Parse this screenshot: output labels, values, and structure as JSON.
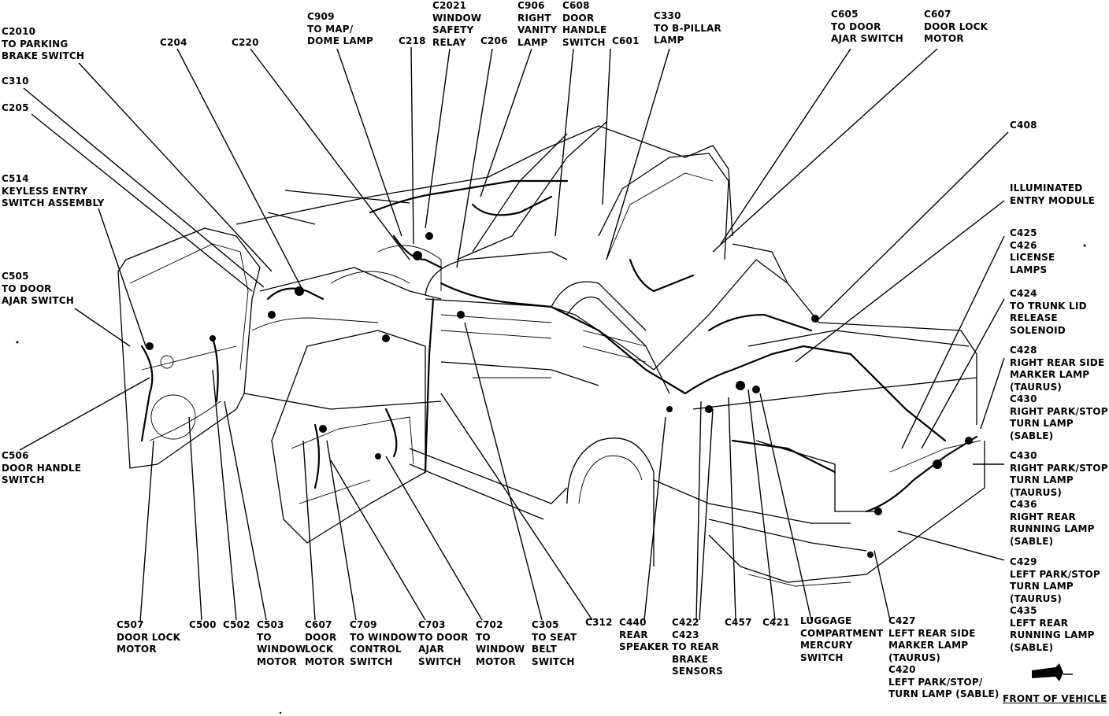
{
  "labels": {
    "c2010": "C2010\nTO PARKING\nBRAKE SWITCH",
    "c310": "C310",
    "c205": "C205",
    "c514": "C514\nKEYLESS ENTRY\nSWITCH ASSEMBLY",
    "c505": "C505\nTO DOOR\nAJAR SWITCH",
    "c506": "C506\nDOOR HANDLE\nSWITCH",
    "c204": "C204",
    "c220": "C220",
    "c909": "C909\nTO MAP/\nDOME LAMP",
    "c218": "C218",
    "c2021": "C2021\nWINDOW\nSAFETY\nRELAY",
    "c206": "C206",
    "c906": "C906\nRIGHT\nVANITY\nLAMP",
    "c608": "C608\nDOOR\nHANDLE\nSWITCH",
    "c601": "C601",
    "c330": "C330\nTO B-PILLAR\nLAMP",
    "c605": "C605\nTO DOOR\nAJAR SWITCH",
    "c607_top": "C607\nDOOR LOCK\nMOTOR",
    "c408": "C408",
    "illuminated": "ILLUMINATED\nENTRY MODULE",
    "c425": "C425\nC426\nLICENSE\nLAMPS",
    "c424": "C424\nTO TRUNK LID\nRELEASE\nSOLENOID",
    "c428": "C428\nRIGHT REAR SIDE\nMARKER LAMP\n(TAURUS)\nC430\nRIGHT PARK/STOP\nTURN LAMP\n(SABLE)",
    "c430": "C430\nRIGHT PARK/STOP\nTURN LAMP\n(TAURUS)\nC436\nRIGHT REAR\nRUNNING LAMP\n(SABLE)",
    "c429": "C429\nLEFT PARK/STOP\nTURN LAMP\n(TAURUS)\nC435\nLEFT REAR\nRUNNING LAMP\n(SABLE)",
    "c507": "C507\nDOOR LOCK\nMOTOR",
    "c500": "C500",
    "c502": "C502",
    "c503": "C503\nTO\nWINDOW\nMOTOR",
    "c607_bottom": "C607\nDOOR\nLOCK\nMOTOR",
    "c709": "C709\nTO WINDOW\nCONTROL\nSWITCH",
    "c703": "C703\nTO DOOR\nAJAR\nSWITCH",
    "c702": "C702\nTO\nWINDOW\nMOTOR",
    "c305": "C305\nTO SEAT\nBELT\nSWITCH",
    "c312": "C312",
    "c440": "C440\nREAR\nSPEAKER",
    "c422": "C422\nC423\nTO REAR\nBRAKE\nSENSORS",
    "c457": "C457",
    "c421": "C421",
    "luggage": "LUGGAGE\nCOMPARTMENT\nMERCURY\nSWITCH",
    "c427": "C427\nLEFT REAR SIDE\nMARKER LAMP\n(TAURUS)\nC420\nLEFT PARK/STOP/\nTURN LAMP (SABLE)",
    "front": "FRONT OF VEHICLE"
  }
}
